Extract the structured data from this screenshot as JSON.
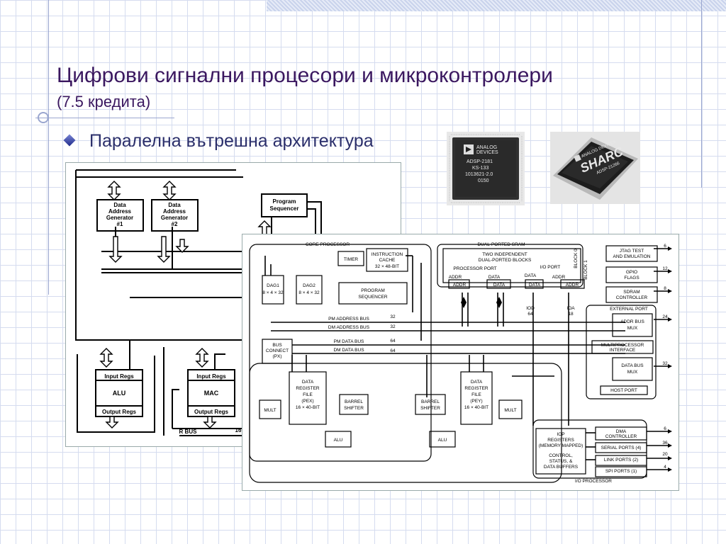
{
  "slide": {
    "title": "Цифрови сигнални процесори и микроконтролери",
    "subtitle": "(7.5 кредита)",
    "bullet": "Паралелна вътрешна архитектура"
  },
  "chip1": {
    "lines": [
      "ANALOG",
      "DEVICES",
      "ADSP-2181",
      "KS-133",
      "1013621-2.0",
      "0150"
    ]
  },
  "chip2": {
    "brand": "ANALOG DEVICES",
    "logo": "SHARC",
    "part": "ADSP-21266"
  },
  "diagram1": {
    "dag1": [
      "Data",
      "Address",
      "Generator",
      "#1"
    ],
    "dag2": [
      "Data",
      "Address",
      "Generator",
      "#2"
    ],
    "seq": [
      "Program",
      "Sequencer"
    ],
    "alu_in": "Input Regs",
    "alu": "ALU",
    "alu_out": "Output Regs",
    "mac_in": "Input Regs",
    "mac": "MAC",
    "mac_out": "Output Regs",
    "rbus": "R BUS",
    "n16": "16"
  },
  "diagram2": {
    "core": "CORE PROCESSOR",
    "sram": "DUAL-PORTED SRAM",
    "sram_desc": [
      "TWO INDEPENDENT",
      "DUAL-PORTED BLOCKS"
    ],
    "proc_port": "PROCESSOR PORT",
    "io_port": "I/O PORT",
    "block0": "BLOCK 0",
    "block1": "BLOCK 1",
    "addr": "ADDR",
    "data": "DATA",
    "timer": "TIMER",
    "icache": [
      "INSTRUCTION",
      "CACHE",
      "32 × 48-BIT"
    ],
    "dag1": [
      "DAG1",
      "8 × 4 × 32"
    ],
    "dag2": [
      "DAG2",
      "8 × 4 × 32"
    ],
    "pseq": [
      "PROGRAM",
      "SEQUENCER"
    ],
    "pm_addr": "PM ADDRESS BUS",
    "dm_addr": "DM ADDRESS BUS",
    "pm_data": "PM DATA BUS",
    "dm_data": "DM DATA BUS",
    "n32a": "32",
    "n32b": "32",
    "n64a": "64",
    "n64b": "64",
    "iod": [
      "IOD",
      "64"
    ],
    "ioa": [
      "IOA",
      "18"
    ],
    "busconn": [
      "BUS",
      "CONNECT",
      "(PX)"
    ],
    "regx": [
      "DATA",
      "REGISTER",
      "FILE",
      "(PEX)",
      "16 × 40-BIT"
    ],
    "regy": [
      "DATA",
      "REGISTER",
      "FILE",
      "(PEY)",
      "16 × 40-BIT"
    ],
    "mult": "MULT",
    "alu": "ALU",
    "barrel": [
      "BARREL",
      "SHIFTER"
    ],
    "jtag": [
      "JTAG TEST",
      "AND EMULATION"
    ],
    "gpio": [
      "GPIO",
      "FLAGS"
    ],
    "sdram": [
      "SDRAM",
      "CONTROLLER"
    ],
    "ext_port": "EXTERNAL PORT",
    "addr_mux": [
      "ADDR BUS",
      "MUX"
    ],
    "mp_if": [
      "MULTIPROCESSOR",
      "INTERFACE"
    ],
    "data_mux": [
      "DATA BUS",
      "MUX"
    ],
    "host": "HOST PORT",
    "iop": [
      "IOP",
      "REGISTERS",
      "(MEMORY MAPPED)"
    ],
    "ctrl": [
      "CONTROL,",
      "STATUS, &",
      "DATA BUFFERS"
    ],
    "dma": [
      "DMA",
      "CONTROLLER"
    ],
    "serial": "SERIAL PORTS (4)",
    "link": "LINK PORTS (2)",
    "spi": "SPI PORTS (1)",
    "io_proc": "I/O PROCESSOR",
    "pins": [
      "6",
      "12",
      "8",
      "24",
      "32",
      "6",
      "36",
      "20",
      "4"
    ]
  }
}
